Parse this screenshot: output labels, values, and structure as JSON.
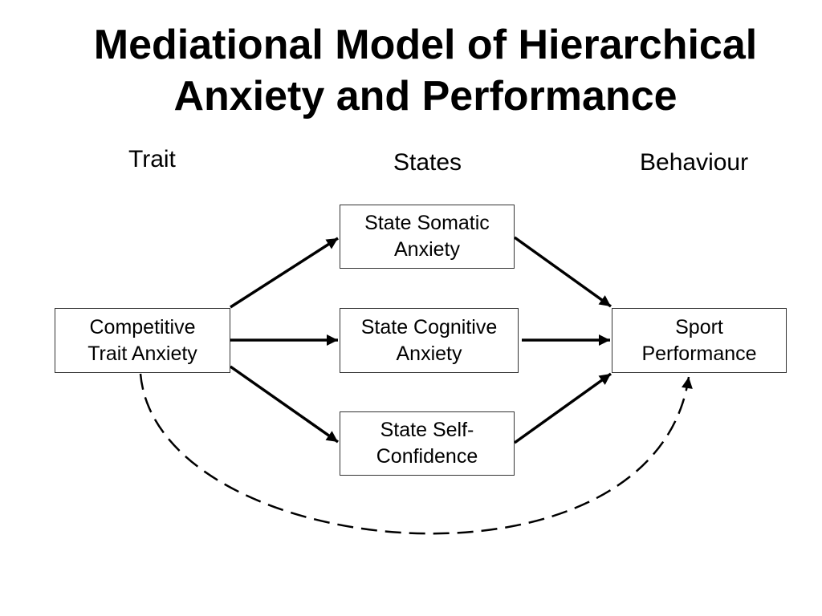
{
  "title": {
    "line1": "Mediational Model of Hierarchical",
    "line2": "Anxiety and Performance"
  },
  "column_labels": {
    "trait": "Trait",
    "states": "States",
    "behaviour": "Behaviour"
  },
  "nodes": {
    "trait_anxiety": {
      "line1": "Competitive",
      "line2": "Trait Anxiety"
    },
    "somatic": {
      "line1": "State Somatic",
      "line2": "Anxiety"
    },
    "cognitive": {
      "line1": "State Cognitive",
      "line2": "Anxiety"
    },
    "self_confidence": {
      "line1": "State Self-",
      "line2": "Confidence"
    },
    "performance": {
      "line1": "Sport",
      "line2": "Performance"
    }
  },
  "edges": [
    {
      "from": "trait_anxiety",
      "to": "somatic",
      "style": "solid"
    },
    {
      "from": "trait_anxiety",
      "to": "cognitive",
      "style": "solid"
    },
    {
      "from": "trait_anxiety",
      "to": "self_confidence",
      "style": "solid"
    },
    {
      "from": "somatic",
      "to": "performance",
      "style": "solid"
    },
    {
      "from": "cognitive",
      "to": "performance",
      "style": "solid"
    },
    {
      "from": "self_confidence",
      "to": "performance",
      "style": "solid"
    },
    {
      "from": "trait_anxiety",
      "to": "performance",
      "style": "dashed"
    }
  ]
}
